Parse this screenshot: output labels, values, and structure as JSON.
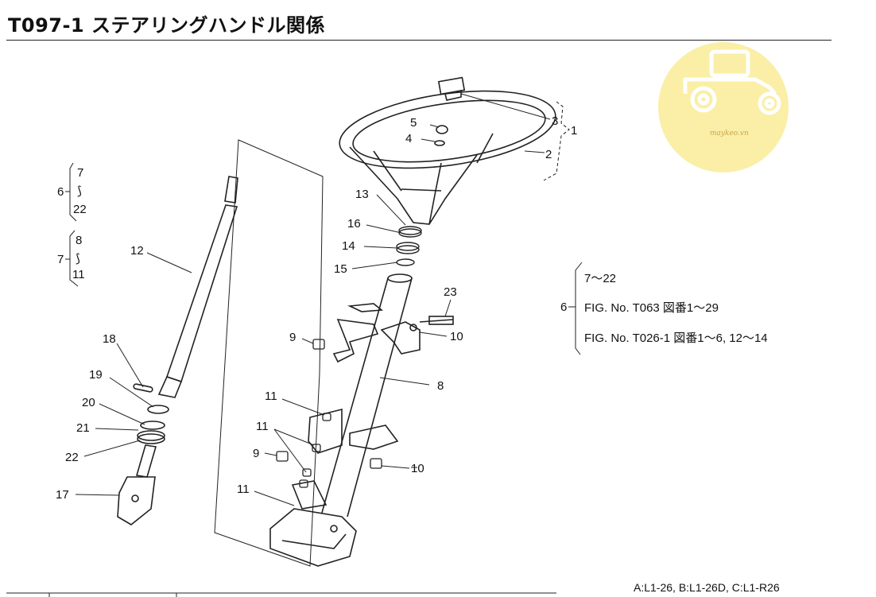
{
  "header": {
    "title": "T097-1 ステアリングハンドル関係"
  },
  "parts": [
    {
      "id": "p1",
      "label": "1"
    },
    {
      "id": "p2",
      "label": "2"
    },
    {
      "id": "p3",
      "label": "3"
    },
    {
      "id": "p4",
      "label": "4"
    },
    {
      "id": "p5",
      "label": "5"
    },
    {
      "id": "p8",
      "label": "8"
    },
    {
      "id": "p9a",
      "label": "9"
    },
    {
      "id": "p9b",
      "label": "9"
    },
    {
      "id": "p10a",
      "label": "10"
    },
    {
      "id": "p10b",
      "label": "10"
    },
    {
      "id": "p11a",
      "label": "11"
    },
    {
      "id": "p11b",
      "label": "11"
    },
    {
      "id": "p11c",
      "label": "11"
    },
    {
      "id": "p12",
      "label": "12"
    },
    {
      "id": "p13",
      "label": "13"
    },
    {
      "id": "p14",
      "label": "14"
    },
    {
      "id": "p15",
      "label": "15"
    },
    {
      "id": "p16",
      "label": "16"
    },
    {
      "id": "p17",
      "label": "17"
    },
    {
      "id": "p18",
      "label": "18"
    },
    {
      "id": "p19",
      "label": "19"
    },
    {
      "id": "p20",
      "label": "20"
    },
    {
      "id": "p21",
      "label": "21"
    },
    {
      "id": "p22",
      "label": "22"
    },
    {
      "id": "p23",
      "label": "23"
    }
  ],
  "left_groups": {
    "g6": {
      "parent": "6",
      "from": "7",
      "to": "22"
    },
    "g7": {
      "parent": "7",
      "from": "8",
      "to": "11"
    }
  },
  "right_notes": {
    "parent": "6",
    "line1": "7～22",
    "line2": "FIG. No. T063  図番1～29",
    "line3": "FIG. No. T026-1  図番1～6, 12～14"
  },
  "footer": {
    "models": "A:L1-26,  B:L1-26D,  C:L1-R26"
  },
  "watermark": {
    "text": "maykeo.vn",
    "color": "#fbeea6"
  }
}
